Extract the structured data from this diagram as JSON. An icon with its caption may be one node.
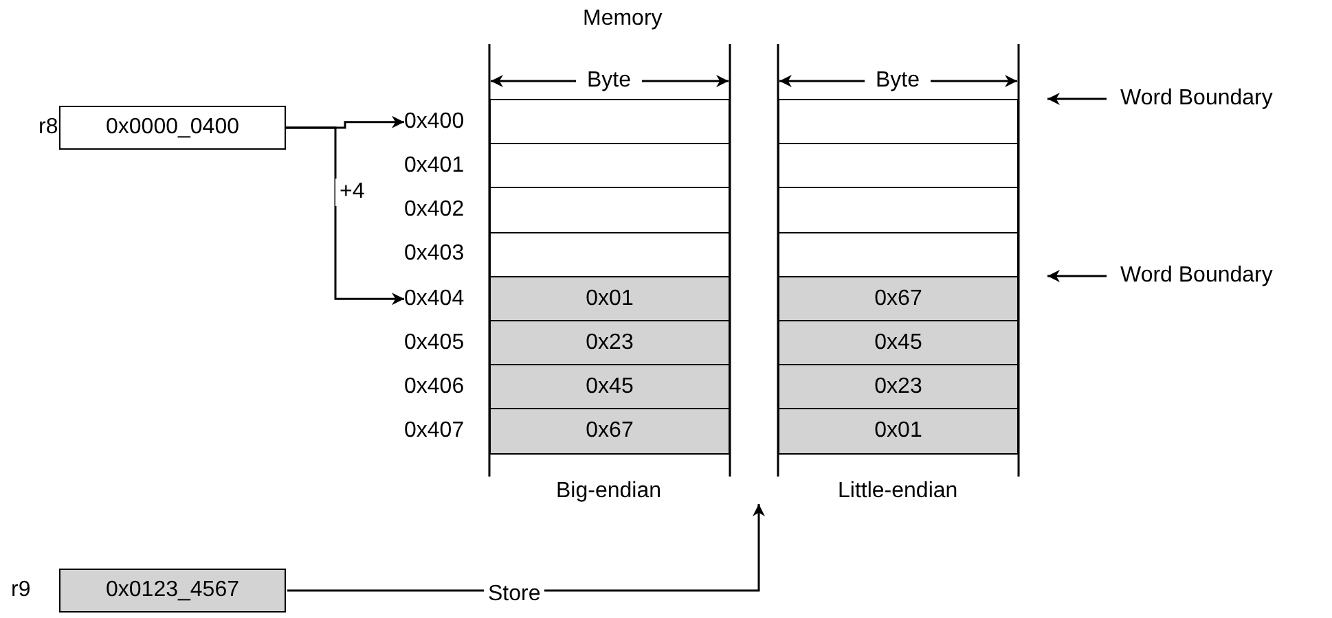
{
  "diagram": {
    "nodes": [
      {
        "text": [
          "0x0000_0400"
        ],
        "beside": [
          "r8"
        ]
      },
      {
        "text": [],
        "shape": "box",
        "beside": [
          "0x400"
        ]
      },
      {
        "text": [],
        "shape": "box",
        "beside": [
          "0x401"
        ]
      },
      {
        "text": [],
        "shape": "box",
        "beside": [
          "0x402"
        ]
      },
      {
        "text": [],
        "shape": "box",
        "beside": [
          "0x403"
        ]
      },
      {
        "text": [
          "0x01"
        ],
        "beside": [
          "0x404"
        ]
      },
      {
        "text": [
          "0x23"
        ],
        "beside": [
          "0x405"
        ]
      },
      {
        "text": [
          "0x45"
        ],
        "beside": [
          "0x406"
        ]
      },
      {
        "text": [
          "0x67"
        ],
        "beside": [
          "0x407"
        ]
      },
      {
        "text": [],
        "shape": "box"
      },
      {
        "text": [],
        "shape": "box"
      },
      {
        "text": [],
        "shape": "box"
      },
      {
        "text": [],
        "shape": "box"
      },
      {
        "text": [
          "0x67"
        ]
      },
      {
        "text": [
          "0x45"
        ]
      },
      {
        "text": [
          "0x23"
        ]
      },
      {
        "text": [
          "0x01"
        ]
      },
      {
        "text": [
          "0x0123_4567"
        ],
        "beside": [
          "r9"
        ]
      }
    ],
    "edges": [
      {
        "from": 0,
        "to": 1,
        "arrow": "to"
      },
      {
        "from": 0,
        "to": 5,
        "arrow": "to",
        "label": "+4"
      },
      {
        "from": 17,
        "to": null,
        "arrow": "to",
        "label": "Store"
      }
    ],
    "labels": [
      "Memory",
      "Byte",
      "Byte",
      "Word Boundary",
      "Word Boundary",
      "Big-endian",
      "Little-endian"
    ]
  }
}
